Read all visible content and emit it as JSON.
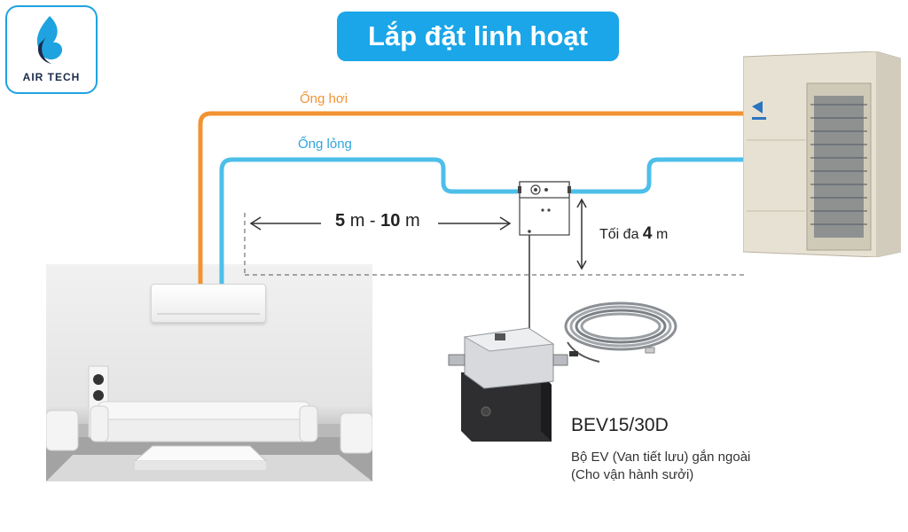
{
  "logo": {
    "text": "AIR TECH"
  },
  "title": "Lắp đặt linh hoạt",
  "pipes": {
    "gas_label": "Ống hơi",
    "liquid_label": "Ống lỏng",
    "gas_color": "#f29333",
    "liquid_color": "#4dbfe8"
  },
  "dimensions": {
    "distance_min": "5",
    "distance_unit": "m",
    "distance_sep": " - ",
    "distance_max": "10",
    "height_prefix": "Tối đa ",
    "height_value": "4",
    "height_unit": "m"
  },
  "product": {
    "model": "BEV15/30D",
    "desc_line1": "Bộ EV (Van tiết lưu) gắn ngoài",
    "desc_line2": "(Cho vận hành sưởi)"
  },
  "colors": {
    "title_bg": "#1aa6e8",
    "logo_blue": "#1fa3e0"
  }
}
